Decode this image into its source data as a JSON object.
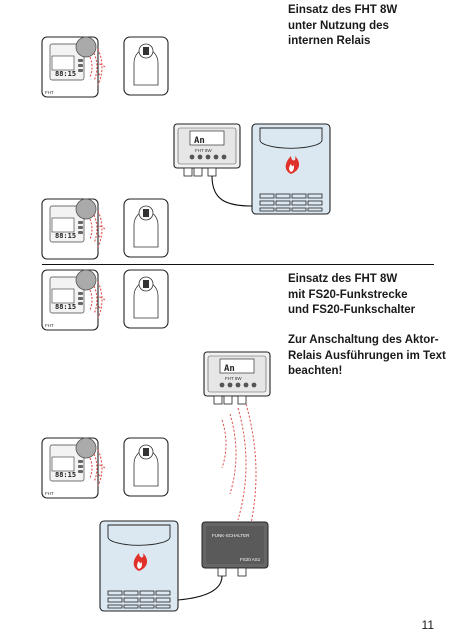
{
  "section1": {
    "caption_lines": [
      "Einsatz des FHT 8W",
      "unter Nutzung des",
      "internen Relais"
    ]
  },
  "section2": {
    "caption_lines": [
      "Einsatz des FHT 8W",
      "mit FS20-Funkstrecke",
      "und FS20-Funkschalter"
    ],
    "note_lines": [
      "Zur Anschaltung des Aktor-",
      "Relais Ausführungen im Text",
      "beachten!"
    ]
  },
  "devices": {
    "fht8w_label": "FHT 8W",
    "fht8w_display": "An",
    "funkschalter_label": "FUNK-SCHALTER",
    "fs20_model": "FS20 AS1",
    "thermostat_brand": "FHT"
  },
  "page_number": "11"
}
